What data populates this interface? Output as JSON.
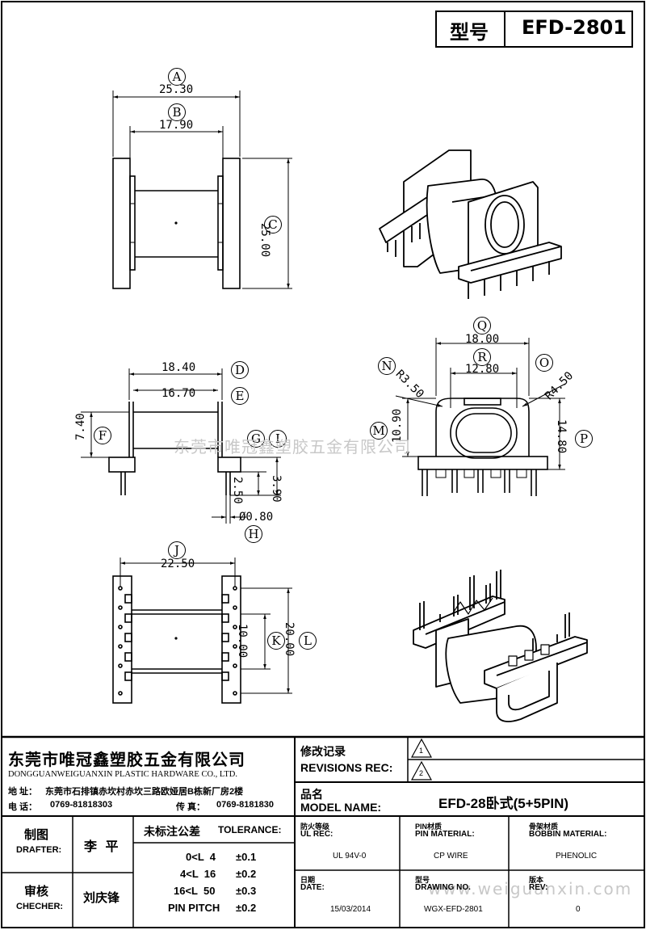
{
  "header": {
    "model_label": "型号",
    "model_value": "EFD-2801"
  },
  "dimensions": {
    "A": "25.30",
    "B": "17.90",
    "C": "25.00",
    "D": "18.40",
    "E": "16.70",
    "F": "7.40",
    "G": "2.50",
    "I": "3.90",
    "H": "Ø0.80",
    "J": "22.50",
    "K": "10.00",
    "L": "20.00",
    "Q": "18.00",
    "R": "12.80",
    "N": "R3.50",
    "O": "R4.50",
    "M": "10.90",
    "P": "14.80"
  },
  "callouts": {
    "A": "A",
    "B": "B",
    "C": "C",
    "D": "D",
    "E": "E",
    "F": "F",
    "G": "G",
    "I": "I",
    "H": "H",
    "J": "J",
    "K": "K",
    "L": "L",
    "Q": "Q",
    "R": "R",
    "N": "N",
    "O": "O",
    "M": "M",
    "P": "P"
  },
  "watermarks": {
    "center": "东莞市唯冠鑫塑胶五金有限公司",
    "website": "www.weiguanxin.com"
  },
  "company": {
    "name_cn": "东莞市唯冠鑫塑胶五金有限公司",
    "name_en": "DONGGUANWEIGUANXIN PLASTIC HARDWARE CO., LTD.",
    "address_label": "地 址：",
    "address": "东莞市石排镇赤坎村赤坎三路欧娅居B栋新厂房2楼",
    "phone_label": "电 话：",
    "phone": "0769-81818303",
    "fax_label": "传 真：",
    "fax": "0769-8181830"
  },
  "revisions": {
    "label_cn": "修改记录",
    "label_en": "REVISIONS REC:",
    "rev1": "1",
    "rev2": "2"
  },
  "model": {
    "label_cn": "品名",
    "label_en": "MODEL NAME:",
    "value": "EFD-28卧式(5+5PIN)"
  },
  "people": {
    "drafter_cn": "制图",
    "drafter_en": "DRAFTER:",
    "drafter_name": "李 平",
    "checker_cn": "审核",
    "checker_en": "CHECHER:",
    "checker_name": "刘庆锋"
  },
  "tolerance": {
    "title_cn": "未标注公差",
    "title_en": "TOLERANCE:",
    "rows": [
      {
        "range": "0<L  4",
        "value": "±0.1"
      },
      {
        "range": "4<L  16",
        "value": "±0.2"
      },
      {
        "range": "16<L  50",
        "value": "±0.3"
      },
      {
        "range": "PIN PITCH",
        "value": "±0.2"
      }
    ]
  },
  "specs": {
    "ul_cn": "防火等级",
    "ul_en": "UL REC:",
    "ul_value": "UL 94V-0",
    "pin_cn": "PIN材质",
    "pin_en": "PIN MATERIAL:",
    "pin_value": "CP WIRE",
    "bobbin_cn": "骨架材质",
    "bobbin_en": "BOBBIN MATERIAL:",
    "bobbin_value": "PHENOLIC",
    "date_cn": "日期",
    "date_en": "DATE:",
    "date_value": "15/03/2014",
    "drawing_cn": "型号",
    "drawing_en": "DRAWING NO.",
    "drawing_value": "WGX-EFD-2801",
    "rev_cn": "版本",
    "rev_en": "REV:",
    "rev_value": "0"
  }
}
